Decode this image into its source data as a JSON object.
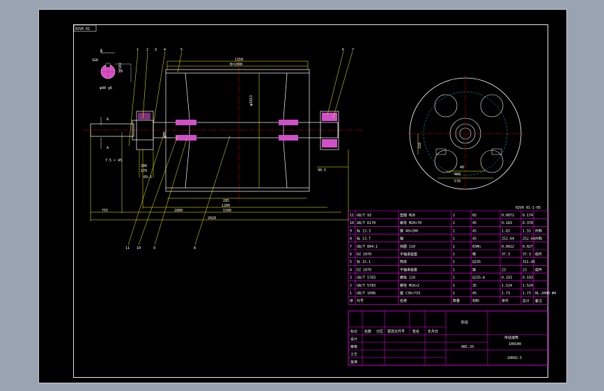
{
  "drawing": {
    "code_box": "02V0 01",
    "view_marks": {
      "a_top": "A",
      "a_bottom": "A"
    },
    "dimensions": {
      "top_len": "1150",
      "belt_width": "B=1000",
      "diameter_label": "φ1013",
      "shaft_dia": "φ85",
      "left_small": "7.5 × 45",
      "d100": "100",
      "d170": "170",
      "d695": "69.5",
      "d285": "285",
      "d1280": "1280",
      "d1500": "1500",
      "d1800": "1800",
      "d2020": "2020",
      "d755": "755",
      "d905": "90.5",
      "key_b": "29",
      "key_h": "f102",
      "key_dia": "φ90 g6",
      "key_side": "10",
      "key_s": "SG6"
    },
    "callouts_top": [
      "1",
      "2",
      "3",
      "4",
      "5",
      "6",
      "7"
    ],
    "callouts_bottom": [
      "11",
      "10",
      "9",
      "8"
    ],
    "side_view": {
      "d310": "310",
      "d400": "400",
      "d570": "570",
      "d40": "40"
    }
  },
  "title_code": "02V0 01-1-05",
  "bom": {
    "rows": [
      {
        "no": "11",
        "std": "GB/T 93",
        "name": "垫圈 M20",
        "qty": "2",
        "mat": "65",
        "w1": "0.0072",
        "w2": "0.174",
        "note": ""
      },
      {
        "no": "10",
        "std": "GB/T 6170",
        "name": "螺母 M20×70",
        "qty": "2",
        "mat": "45",
        "w1": "0.183",
        "w2": "0.378",
        "note": ""
      },
      {
        "no": "9",
        "std": "标 13.3",
        "name": "键 40×200",
        "qty": "1",
        "mat": "45",
        "w1": "1.83",
        "w2": "1.55",
        "note": "外购"
      },
      {
        "no": "8",
        "std": "标 13.7",
        "name": "轴",
        "qty": "1",
        "mat": "45",
        "w1": "252.64",
        "w2": "252.64",
        "note": "外购"
      },
      {
        "no": "7",
        "std": "GB/T 894.1",
        "name": "挡圈 110",
        "qty": "1",
        "mat": "65Mn",
        "w1": "0.0022",
        "w2": "0.027",
        "note": ""
      },
      {
        "no": "6",
        "std": "DZ 1070",
        "name": "平轴承座套",
        "qty": "1",
        "mat": "铸",
        "w1": "37.3",
        "w2": "37.3",
        "note": "组件"
      },
      {
        "no": "5",
        "std": "标 15.1",
        "name": "筒体",
        "qty": "1",
        "mat": "Q235",
        "w1": "",
        "w2": "311.45",
        "note": ""
      },
      {
        "no": "4",
        "std": "DZ 1070",
        "name": "平轴承座套",
        "qty": "1",
        "mat": "铸",
        "w1": "23",
        "w2": "23",
        "note": "组件"
      },
      {
        "no": "3",
        "std": "GB/T 5783",
        "name": "螺栓 110",
        "qty": "1",
        "mat": "Q235-A",
        "w1": "0.103",
        "w2": "0.103",
        "note": ""
      },
      {
        "no": "2",
        "std": "GB/T 5783",
        "name": "螺栓 M16×2",
        "qty": "1",
        "mat": "35",
        "w1": "1.524",
        "w2": "1.524",
        "note": ""
      },
      {
        "no": "1",
        "std": "GB/T 1096",
        "name": "键 C36×733",
        "qty": "1",
        "mat": "45",
        "w1": "1.73",
        "w2": "1.73",
        "note": "HL-2000 #4"
      }
    ],
    "header": {
      "no": "序",
      "std": "代号",
      "name": "名称",
      "qty": "数量",
      "mat": "材料",
      "w1": "单件",
      "w2": "总计",
      "note": "备注"
    }
  },
  "title_block": {
    "labels": [
      "标记",
      "处数",
      "分区",
      "更改文件号",
      "签名",
      "年月日"
    ],
    "roles": [
      "设计",
      "审核",
      "工艺",
      "批准"
    ],
    "mid_text": "阶段",
    "weight": "985.33",
    "product_name": "传动滚筒",
    "product_code": "100100",
    "drawing_no": "10042.5"
  }
}
